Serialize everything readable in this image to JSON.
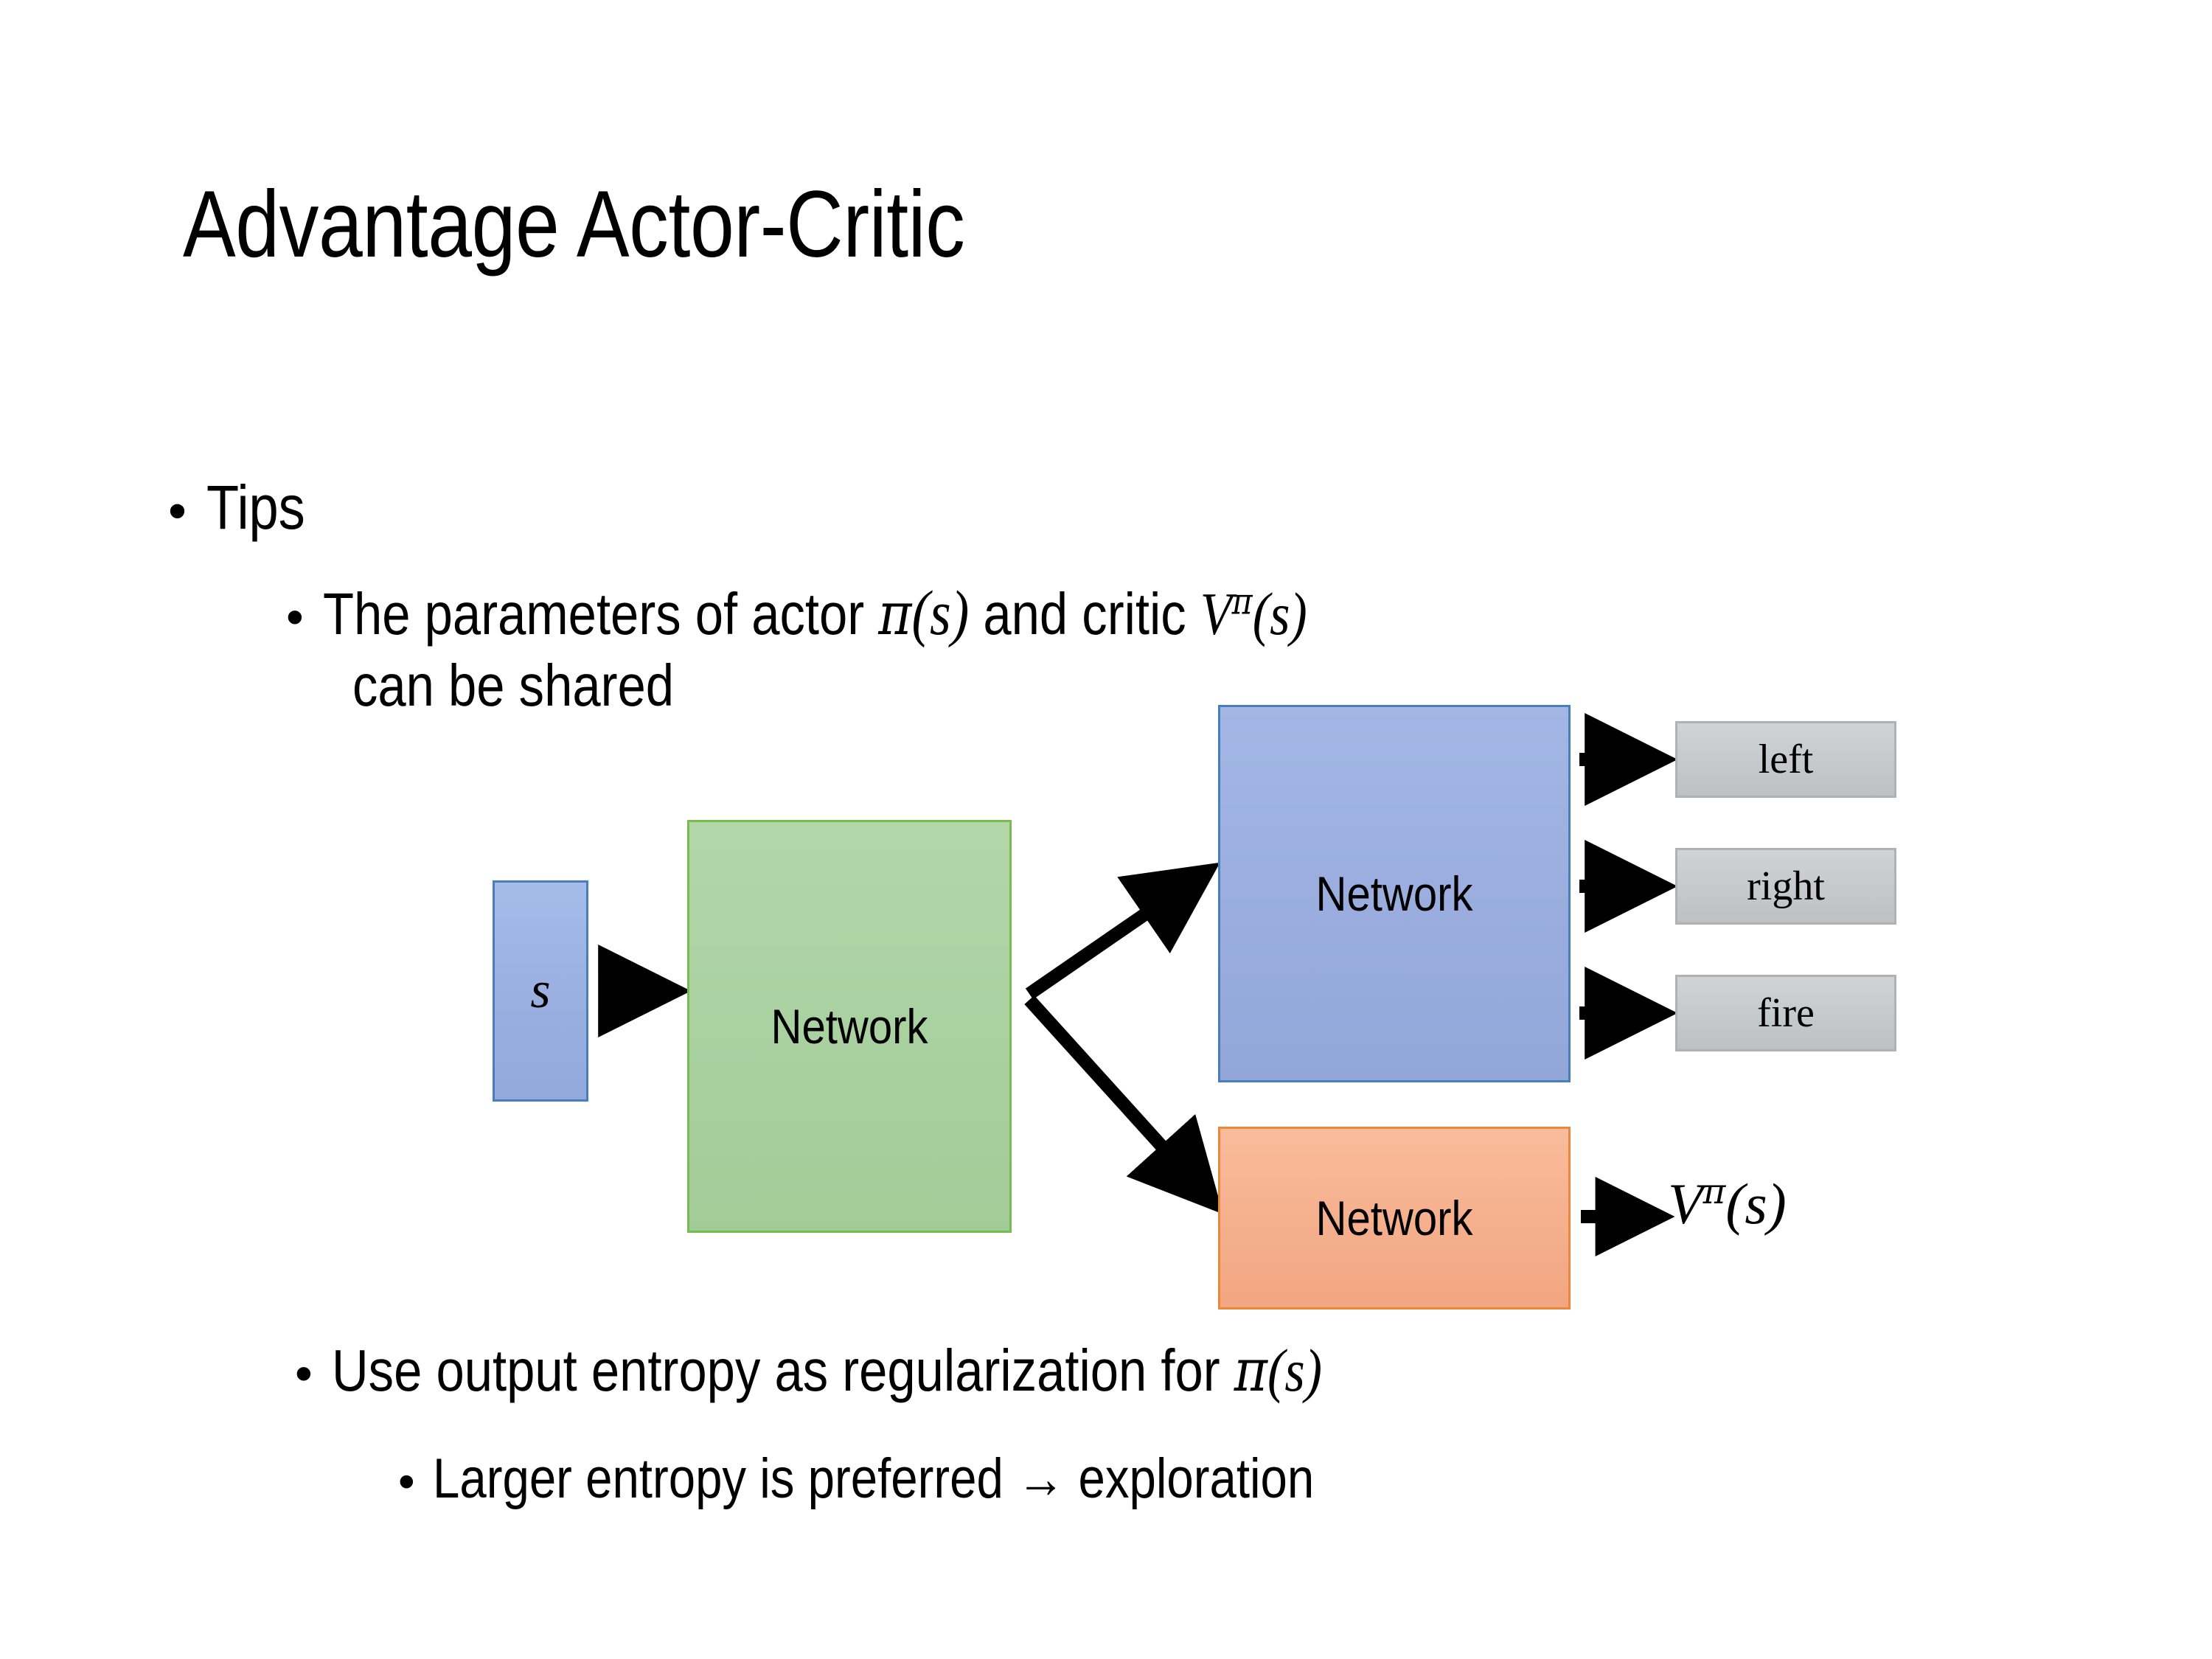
{
  "slide": {
    "title": "Advantage Actor-Critic",
    "background_color": "#ffffff",
    "text_color": "#000000"
  },
  "bullets": {
    "tips": {
      "marker": "•",
      "text": "Tips"
    },
    "shared_line1": {
      "marker": "•",
      "prefix": "The parameters of actor ",
      "actor_symbol": "π",
      "actor_arg": "(s)",
      "middle": "  and critic ",
      "critic_symbol": "V",
      "critic_sup": "π",
      "critic_arg": "(s)"
    },
    "shared_line2": {
      "text": "can be shared"
    },
    "entropy": {
      "marker": "•",
      "prefix": "Use output entropy as regularization for ",
      "symbol": "π",
      "arg": "(s)"
    },
    "larger": {
      "marker": "•",
      "text": "Larger entropy is preferred → exploration"
    }
  },
  "diagram": {
    "state_box": {
      "label": "s",
      "fill": "#9aafe0",
      "border": "#4a7ebb"
    },
    "shared_network": {
      "label": "Network",
      "fill": "#a9d1a0",
      "border": "#77bc4d"
    },
    "actor_network": {
      "label": "Network",
      "fill": "#9aadde",
      "border": "#4a7ebb"
    },
    "critic_network": {
      "label": "Network",
      "fill": "#f5af8c",
      "border": "#e8883c"
    },
    "action_outputs": [
      {
        "label": "left",
        "fill": "#c7cacc",
        "border": "#aeb2b5"
      },
      {
        "label": "right",
        "fill": "#c7cacc",
        "border": "#aeb2b5"
      },
      {
        "label": "fire",
        "fill": "#c7cacc",
        "border": "#aeb2b5"
      }
    ],
    "value_output": {
      "symbol": "V",
      "superscript": "π",
      "argument": "(s)"
    },
    "arrow_color": "#000000",
    "arrow_names": [
      "state-to-shared-network",
      "shared-network-to-actor-network",
      "shared-network-to-critic-network",
      "actor-to-left",
      "actor-to-right",
      "actor-to-fire",
      "critic-to-value"
    ]
  }
}
